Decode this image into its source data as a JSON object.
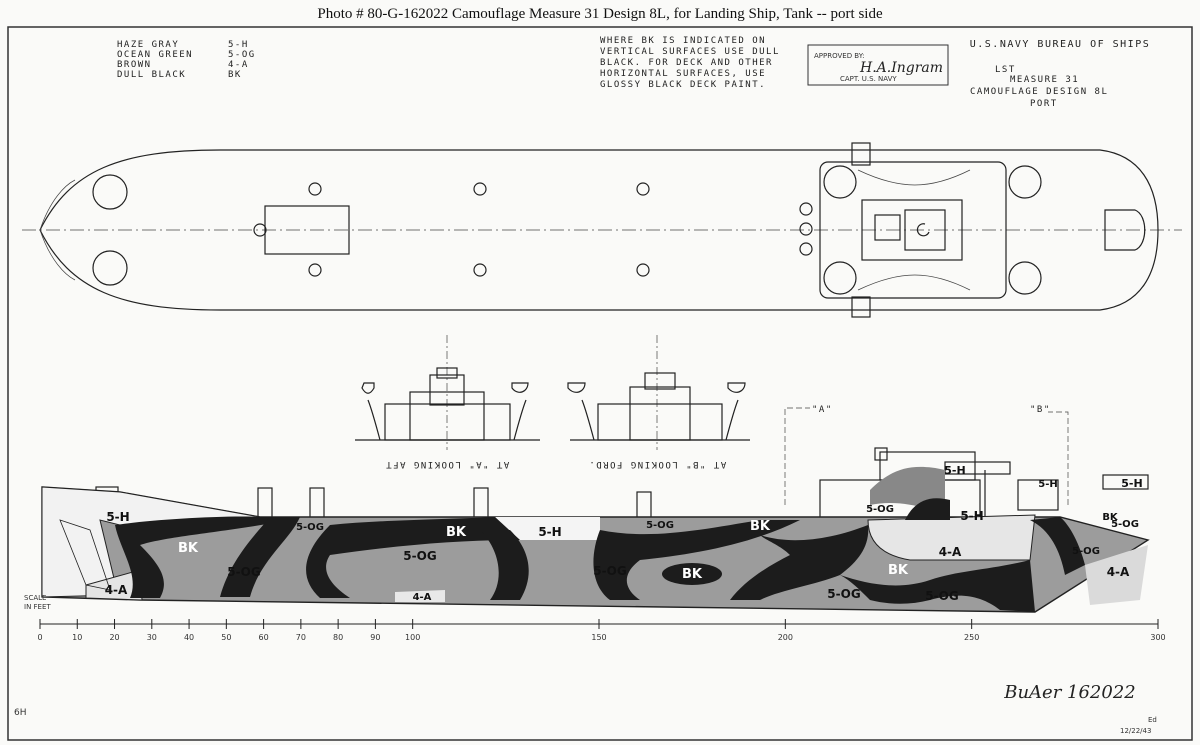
{
  "header": {
    "title": "Photo #  80-G-162022    Camouflage Measure 31 Design 8L, for Landing Ship, Tank -- port side"
  },
  "legend": [
    {
      "name": "HAZE GRAY",
      "code": "5-H"
    },
    {
      "name": "OCEAN GREEN",
      "code": "5-OG"
    },
    {
      "name": "BROWN",
      "code": "4-A"
    },
    {
      "name": "DULL BLACK",
      "code": "BK"
    }
  ],
  "note": [
    "WHERE BK IS INDICATED ON",
    "VERTICAL SURFACES USE DULL",
    "BLACK. FOR DECK AND OTHER",
    "HORIZONTAL SURFACES, USE",
    "GLOSSY BLACK DECK PAINT."
  ],
  "stamp": {
    "approved": "APPROVED BY:",
    "rank": "CAPT. U.S. NAVY",
    "signature": "H.A.Ingram"
  },
  "title_block": [
    "U.S.NAVY  BUREAU OF SHIPS",
    "LST",
    "MEASURE  31",
    "CAMOUFLAGE  DESIGN  8L",
    "PORT"
  ],
  "sections": {
    "a": "AT \"A\" LOOKING AFT",
    "b": "AT \"B\" LOOKING FORD.",
    "mark_a": "\"A\"",
    "mark_b": "\"B\""
  },
  "scale": {
    "label1": "SCALE",
    "label2": "IN FEET",
    "ticks": [
      "0",
      "10",
      "20",
      "30",
      "40",
      "50",
      "60",
      "70",
      "80",
      "90",
      "100",
      "150",
      "200",
      "250",
      "300"
    ]
  },
  "patches": {
    "p1": "5-H",
    "p2": "BK",
    "p3": "5-OG",
    "p4": "4-A",
    "p5": "5-OG",
    "p6": "BK",
    "p7": "5-OG",
    "p8": "5-H",
    "p9": "5-OG",
    "p10": "BK",
    "p11": "4-A",
    "p12": "5-OG",
    "p13": "BK",
    "p14": "BK",
    "p15": "5-OG",
    "p16": "5-H",
    "p17": "5-OG",
    "p18": "5-H",
    "p19": "4-A",
    "p20": "BK",
    "p21": "5-OG",
    "p22": "5-OG",
    "p23": "5-H",
    "p24": "5-OG",
    "p25": "4-A",
    "p26": "5-H"
  },
  "footer": {
    "buaer": "BuAer 162022",
    "left_mark": "6H",
    "date": "12/22/43",
    "initials": "Ed"
  }
}
